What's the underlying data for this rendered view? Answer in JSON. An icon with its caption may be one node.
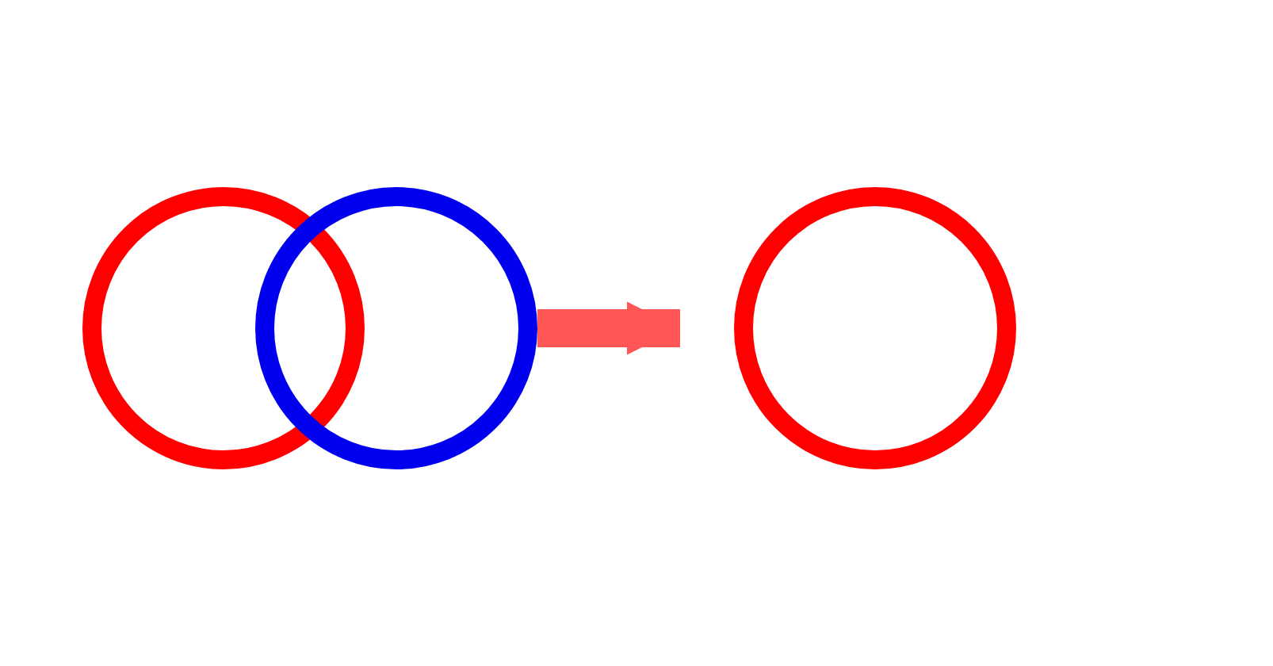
{
  "diagram": {
    "nodes": [
      {
        "text": [],
        "shape": "circle"
      },
      {
        "text": [],
        "shape": "circle"
      },
      {
        "text": [],
        "shape": "circle"
      }
    ],
    "edges": [
      {
        "from": 1,
        "to": 2,
        "arrow": "to"
      }
    ]
  }
}
